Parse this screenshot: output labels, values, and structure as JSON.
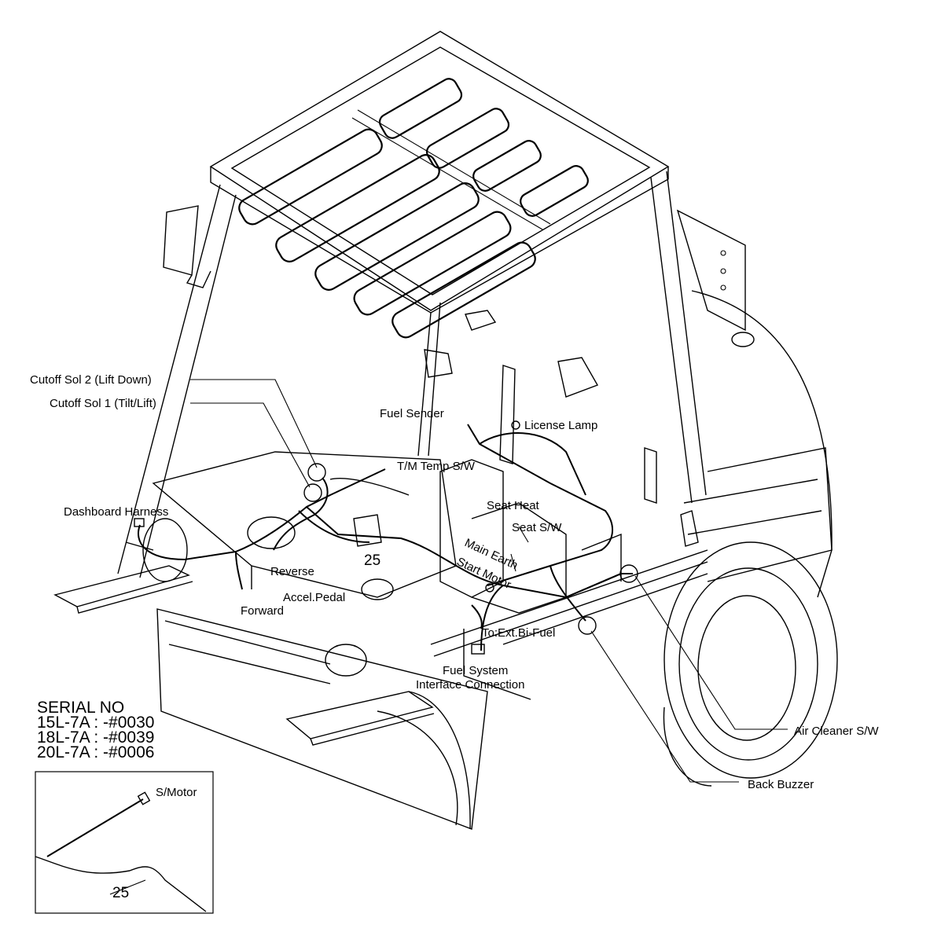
{
  "labels": {
    "cutoff_sol_2": "Cutoff Sol 2 (Lift Down)",
    "cutoff_sol_1": "Cutoff Sol 1 (Tilt/Lift)",
    "fuel_sender": "Fuel Sender",
    "license_lamp": "License Lamp",
    "tm_temp_sw": "T/M Temp S/W",
    "seat_heat": "Seat Heat",
    "seat_sw": "Seat S/W",
    "dashboard_harness": "Dashboard Harness",
    "main_earth": "Main Earth",
    "start_motor": "Start Motor",
    "part_25": "25",
    "reverse": "Reverse",
    "accel_pedal": "Accel.Pedal",
    "forward": "Forward",
    "to_ext_bi_fuel": "To:Ext.Bi-Fuel",
    "fuel_system": "Fuel System",
    "interface_connection": "Interface Connection",
    "air_cleaner_sw": "Air Cleaner S/W",
    "back_buzzer": "Back Buzzer"
  },
  "serial": {
    "title": "SERIAL NO",
    "lines": [
      "15L-7A : -#0030",
      "18L-7A : -#0039",
      "20L-7A : -#0006"
    ]
  },
  "inset": {
    "s_motor": "S/Motor",
    "part_25": "25"
  }
}
